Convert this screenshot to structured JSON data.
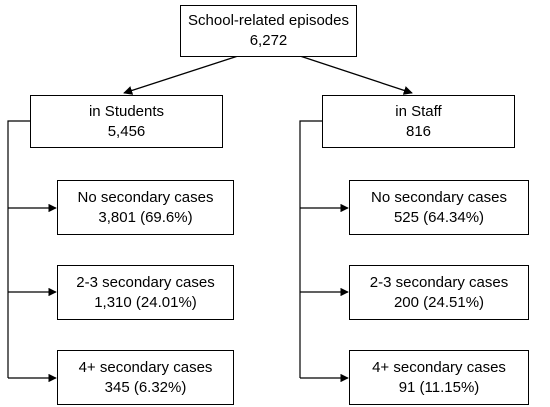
{
  "root": {
    "title": "School-related episodes",
    "value": "6,272"
  },
  "students": {
    "title": "in Students",
    "value": "5,456",
    "outcomes": [
      {
        "label": "No secondary cases",
        "value": "3,801 (69.6%)"
      },
      {
        "label": "2-3 secondary cases",
        "value": "1,310 (24.01%)"
      },
      {
        "label": "4+ secondary cases",
        "value": "345 (6.32%)"
      }
    ]
  },
  "staff": {
    "title": "in Staff",
    "value": "816",
    "outcomes": [
      {
        "label": "No secondary cases",
        "value": "525 (64.34%)"
      },
      {
        "label": "2-3 secondary cases",
        "value": "200 (24.51%)"
      },
      {
        "label": "4+ secondary cases",
        "value": "91 (11.15%)"
      }
    ]
  }
}
